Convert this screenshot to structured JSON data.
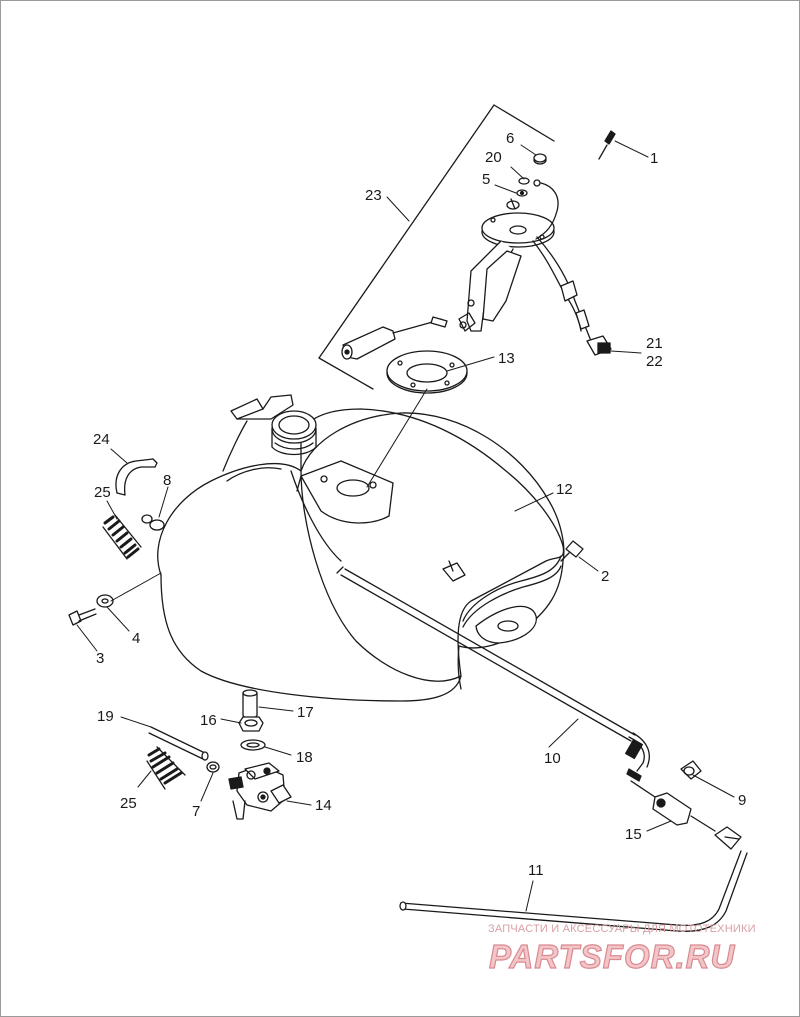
{
  "diagram": {
    "part_numbers": {
      "p1": "1",
      "p2": "2",
      "p3": "3",
      "p4": "4",
      "p5": "5",
      "p6": "6",
      "p7": "7",
      "p8": "8",
      "p9": "9",
      "p10": "10",
      "p11": "11",
      "p12": "12",
      "p13": "13",
      "p14": "14",
      "p15": "15",
      "p16": "16",
      "p17": "17",
      "p18": "18",
      "p19": "19",
      "p20": "20",
      "p21": "21",
      "p22": "22",
      "p23": "23",
      "p24": "24",
      "p25a": "25",
      "p25b": "25"
    }
  },
  "watermark": {
    "tagline": "ЗАПЧАСТИ И АКСЕССУАРЫ ДЛЯ МОТОТЕХНИКИ",
    "logo": "PARTSFOR.RU"
  }
}
